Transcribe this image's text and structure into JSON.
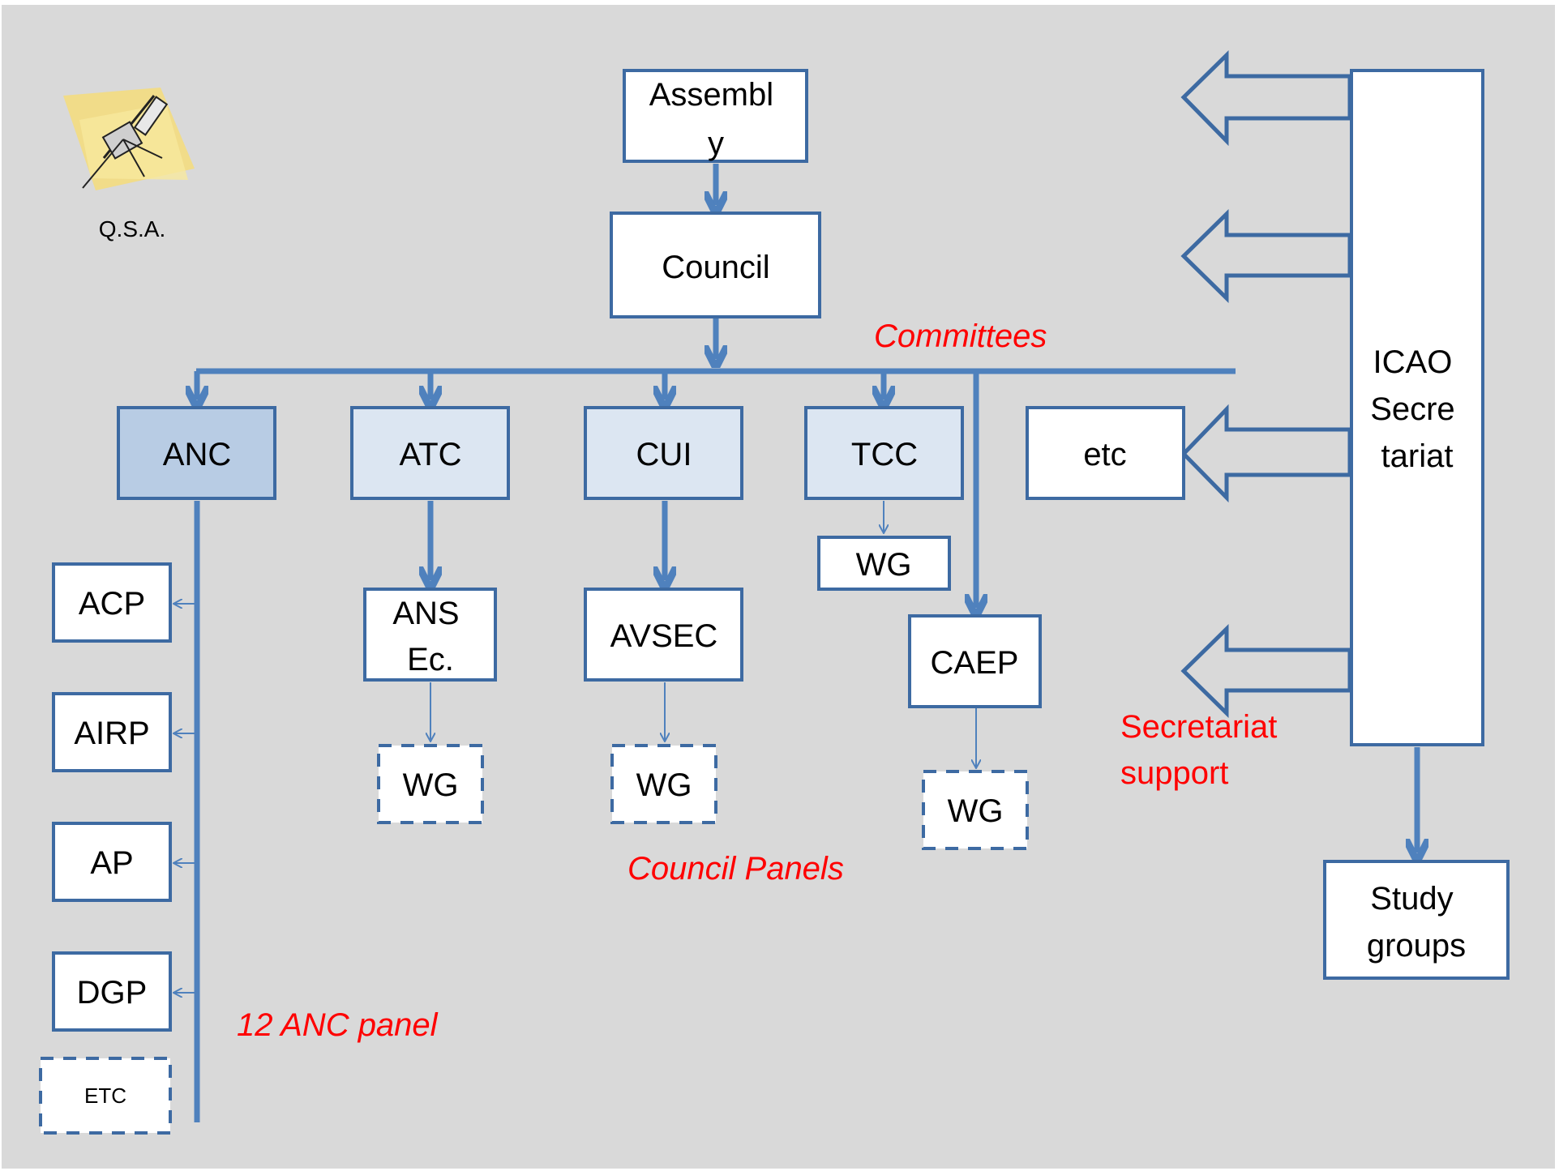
{
  "logo": {
    "caption": "Q.S.A.",
    "icon": "satellite-icon"
  },
  "nodes": {
    "assembly": [
      "Assembl",
      "y"
    ],
    "council": "Council",
    "anc": "ANC",
    "atc": "ATC",
    "cui": "CUI",
    "tcc": "TCC",
    "etc_committee": "etc",
    "icao_secretariat": [
      "ICAO",
      "Secre",
      "tariat"
    ],
    "study_groups": [
      "Study",
      "groups"
    ],
    "acp": "ACP",
    "airp": "AIRP",
    "ap": "AP",
    "dgp": "DGP",
    "etc_panel": "ETC",
    "ans_ec": [
      "ANS",
      "Ec."
    ],
    "avsec": "AVSEC",
    "caep": "CAEP",
    "wg_tcc": "WG",
    "wg_ans": "WG",
    "wg_avsec": "WG",
    "wg_caep": "WG"
  },
  "annotations": {
    "committees": "Committees",
    "council_panels": "Council Panels",
    "anc_panel": "12 ANC panel",
    "secretariat_support": [
      "Secretariat",
      "support"
    ]
  },
  "colors": {
    "background": "#d9d9d9",
    "box_border": "#3d6aa2",
    "connector": "#4f81bd",
    "anc_fill": "#b8cce4",
    "committee_fill": "#dce6f2",
    "annotation": "#ff0000"
  }
}
